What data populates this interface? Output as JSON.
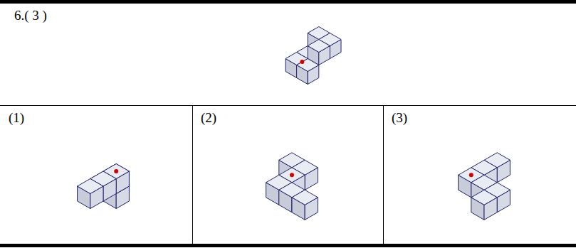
{
  "diagram": {
    "labels": [
      "6.( 3 )",
      "(1)",
      "(2)",
      "(3)"
    ]
  }
}
